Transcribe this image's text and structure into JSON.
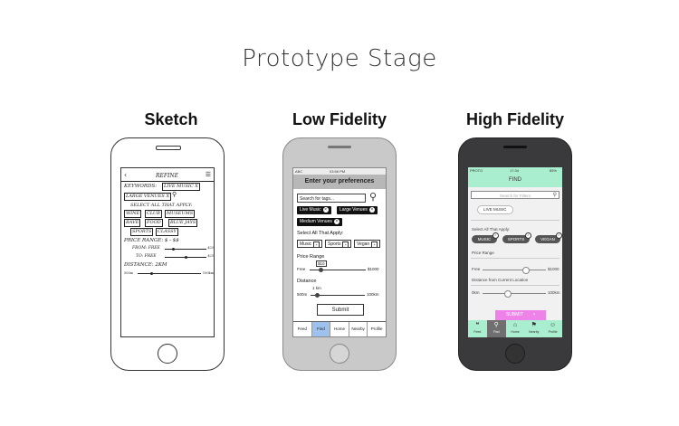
{
  "title": "Prototype Stage",
  "stages": {
    "sketch": "Sketch",
    "low": "Low Fidelity",
    "high": "High Fidelity"
  },
  "sketch": {
    "header": "REFINE",
    "keywords_label": "KEYWORDS:",
    "tags": [
      "LIVE MUSIC X",
      "LARGE VENUES X"
    ],
    "select_label": "SELECT ALL THAT APPLY:",
    "options": [
      "WINE",
      "CLUB",
      "MUSEUMS",
      "RAVE",
      "FOOD",
      "BLUE JAYS",
      "SPORTS",
      "CLASSY"
    ],
    "price_label": "PRICE RANGE: $ - $$",
    "from_label": "FROM: FREE",
    "from_end": "$25",
    "to_label": "TO: FREE",
    "to_end": "$25",
    "distance_label": "DISTANCE: 2KM",
    "dist_start": "500m",
    "dist_end": "100km"
  },
  "lowfi": {
    "status_left": "ABC",
    "status_time": "03:56 PM",
    "header": "Enter your preferences",
    "search_placeholder": "Search for tags...",
    "tags": [
      "Live Music",
      "Large Venues",
      "Medium Venues"
    ],
    "select_label": "Select All That Apply:",
    "options": [
      "Music",
      "Sports",
      "Vegan"
    ],
    "price_label": "Price Range",
    "price_value": "$10",
    "price_min": "Free",
    "price_max": "$1000",
    "distance_label": "Distance",
    "distance_value": "1 km",
    "distance_min": "500m",
    "distance_max": "100km",
    "submit": "Submit",
    "tabs": [
      "Feed",
      "Find",
      "Home",
      "Nearby",
      "Profile"
    ],
    "active_tab": "Find"
  },
  "hifi": {
    "status_left": "PROTO",
    "status_time": "17:34",
    "status_right": "85%",
    "header": "FIND",
    "search_placeholder": "Search for Filters",
    "tag": "LIVE MUSIC",
    "select_label": "Select All That Apply:",
    "options": [
      "MUSIC",
      "SPORTS",
      "VEGAN"
    ],
    "price_label": "Price Range",
    "price_min": "Free",
    "price_max": "$1000",
    "distance_label": "Distance from Current Location",
    "distance_min": "0km",
    "distance_max": "100km",
    "submit": "SUBMIT",
    "tabs": [
      "Feed",
      "Find",
      "Home",
      "Nearby",
      "Profile"
    ],
    "active_tab": "Find",
    "colors": {
      "accent": "#a9efcf",
      "submit": "#ef82e8",
      "pill": "#555555"
    }
  }
}
